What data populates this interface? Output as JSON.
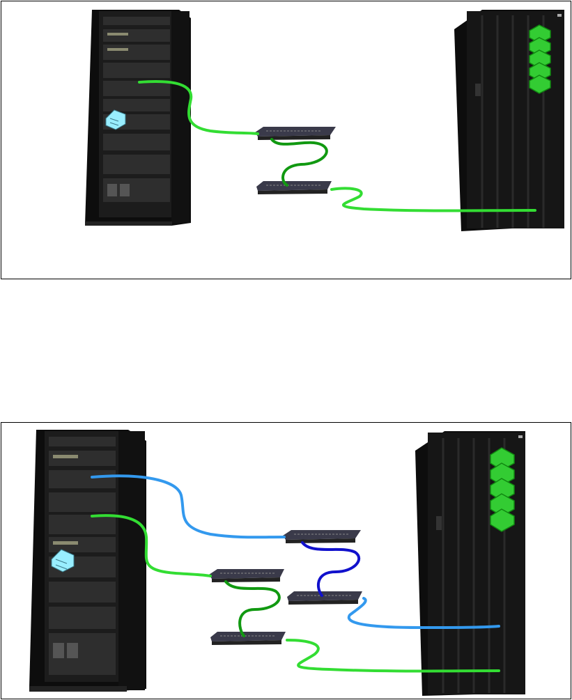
{
  "colors": {
    "background": "#ffffff",
    "panel_border": "#000000",
    "server_body": "#1c1c1c",
    "server_panel": "#2e2e2e",
    "storage_body": "#161616",
    "switch_body": "#3a3a4a",
    "cable_primary_light": "#33dd33",
    "cable_primary_dark": "#119911",
    "cable_secondary_light": "#3399ee",
    "cable_secondary_dark": "#1111cc",
    "disk_icon_server": "#99eeff",
    "disk_icon_storage": "#33cc33"
  },
  "icons": {
    "server": "rack-server-icon",
    "storage": "storage-subsystem-icon",
    "switch": "fibre-channel-switch-icon",
    "server_disk": "disk-stack-icon",
    "storage_disks": "disk-stack-icon"
  },
  "diagrams": [
    {
      "id": "single-path",
      "switch_count": 2,
      "paths": [
        "primary"
      ]
    },
    {
      "id": "dual-path",
      "switch_count": 4,
      "paths": [
        "primary",
        "secondary"
      ]
    }
  ]
}
